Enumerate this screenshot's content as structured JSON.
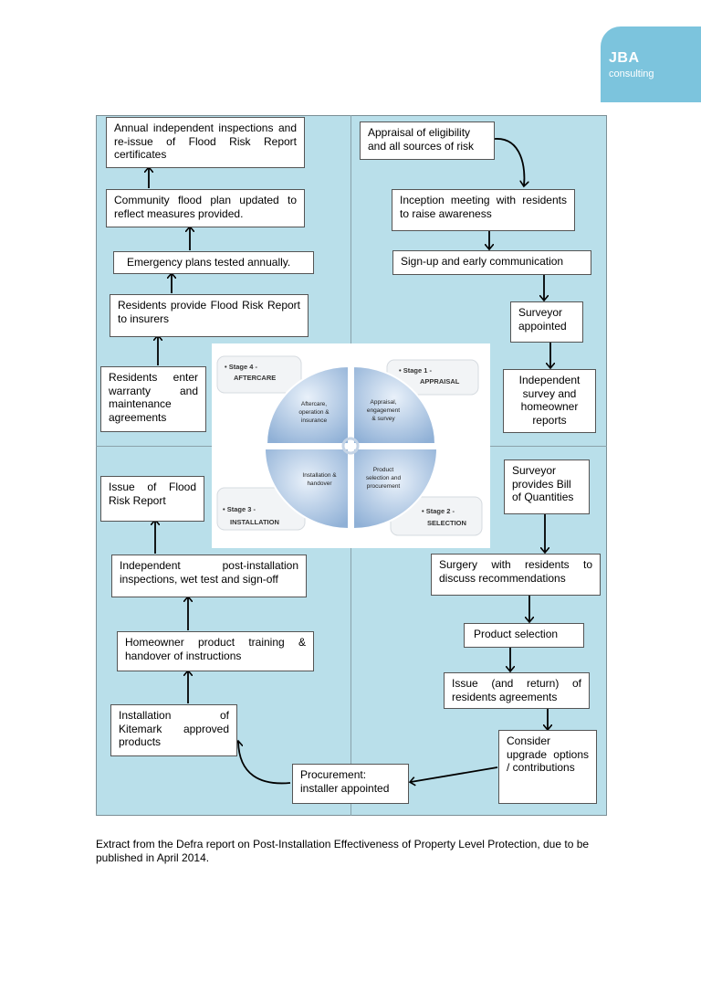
{
  "logo": {
    "name": "JBA",
    "tagline": "consulting"
  },
  "stages": {
    "stage4": "• Stage 4 -\nAFTERCARE",
    "stage1": "• Stage 1 -\nAPPRAISAL",
    "stage3": "• Stage 3 -\nINSTALLATION",
    "stage2": "• Stage 2 -\nSELECTION",
    "q_aftercare": "Aftercare,\noperation &\ninsurance",
    "q_appraisal": "Appraisal,\nengagement\n& survey",
    "q_installation": "Installation &\nhandover",
    "q_selection": "Product\nselection and\nprocurement"
  },
  "boxes": {
    "annual_inspections": "Annual independent inspections and re-issue of Flood Risk Report certificates",
    "community_plan": "Community flood plan updated to reflect measures provided.",
    "emergency_plans": "Emergency plans tested annually.",
    "residents_provide_report": "Residents provide Flood Risk Report to insurers",
    "residents_enter_warranty": "Residents enter warranty and maintenance agreements",
    "appraisal": "Appraisal of eligibility and all sources of risk",
    "inception": "Inception meeting with residents to raise awareness",
    "signup": "Sign-up and early communication",
    "surveyor_appointed": "Surveyor appointed",
    "independent_survey": "Independent survey and homeowner reports",
    "issue_report": "Issue of Flood Risk Report",
    "post_install_inspections": "Independent post-installation inspections, wet test and sign-off",
    "product_training": "Homeowner product training & handover of instructions",
    "installation": "Installation of Kitemark approved products",
    "surveyor_bill": "Surveyor provides Bill of Quantities",
    "surgery": "Surgery with residents to discuss recommendations",
    "product_selection": "Product selection",
    "issue_agreements": "Issue (and return) of residents agreements",
    "consider_upgrade": "Consider upgrade options / contributions",
    "procurement": "Procurement: installer appointed"
  },
  "caption": "Extract from the Defra report on Post-Installation Effectiveness of Property Level Protection, due to be published in April 2014."
}
